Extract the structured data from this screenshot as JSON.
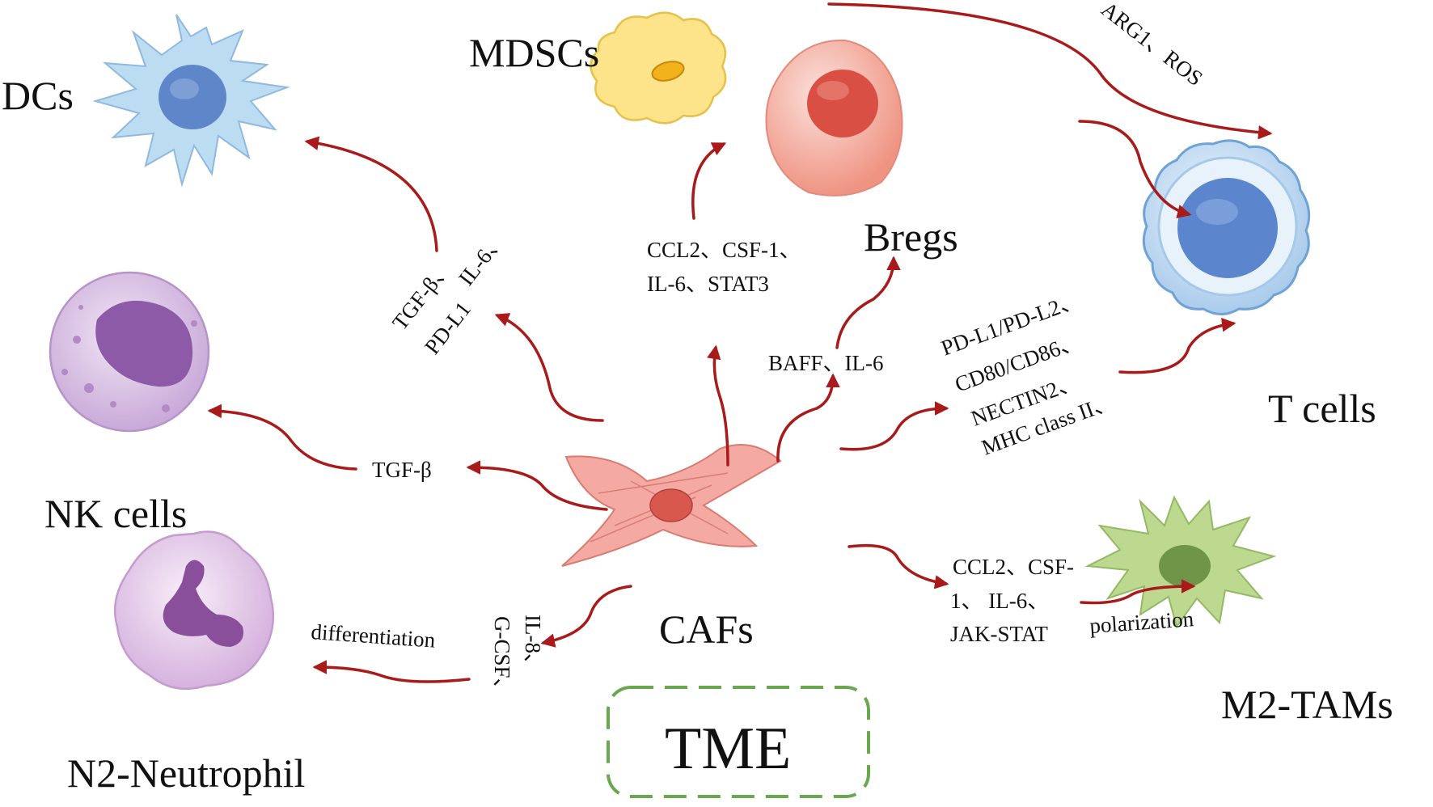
{
  "colors": {
    "arrow": "#a91a1a",
    "tme_box_border": "#6aa84f",
    "dc_cell": "#b8d8ef",
    "nk_cell": "#dcc6e5",
    "neutrophil_cell": "#e4cce8",
    "mdsc_cell": "#fde58c",
    "breg_cell": "#f2a899",
    "t_cell": "#cfe3f6",
    "m2_cell": "#b9d98c",
    "caf_cell": "#f1a59e"
  },
  "cells": {
    "dcs": "DCs",
    "mdscs": "MDSCs",
    "bregs": "Bregs",
    "t_cells": "T cells",
    "nk_cells": "NK cells",
    "n2_neutrophil": "N2-Neutrophil",
    "m2_tams": "M2-TAMs",
    "cafs": "CAFs"
  },
  "box": {
    "tme": "TME"
  },
  "mediators": {
    "arg_ros": "ARG1、ROS",
    "dc_line1": "IL-6、",
    "dc_line2": "TGF-β、",
    "dc_line3": "PD-L1",
    "mdsc_line1": "CCL2、CSF-1、",
    "mdsc_line2": "IL-6、STAT3",
    "breg": "BAFF、IL-6",
    "t_line1": "PD-L1/PD-L2、",
    "t_line2": "CD80/CD86、",
    "t_line3": "NECTIN2、",
    "t_line4": "MHC class II、",
    "nk": "TGF-β",
    "neu_line1": "IL-8、",
    "neu_line2": "G-CSF、",
    "neu_action": "differentiation",
    "m2_line1": "CCL2、CSF-",
    "m2_line2": "1、 IL-6、",
    "m2_line3": "JAK-STAT",
    "m2_action": "polarization"
  }
}
